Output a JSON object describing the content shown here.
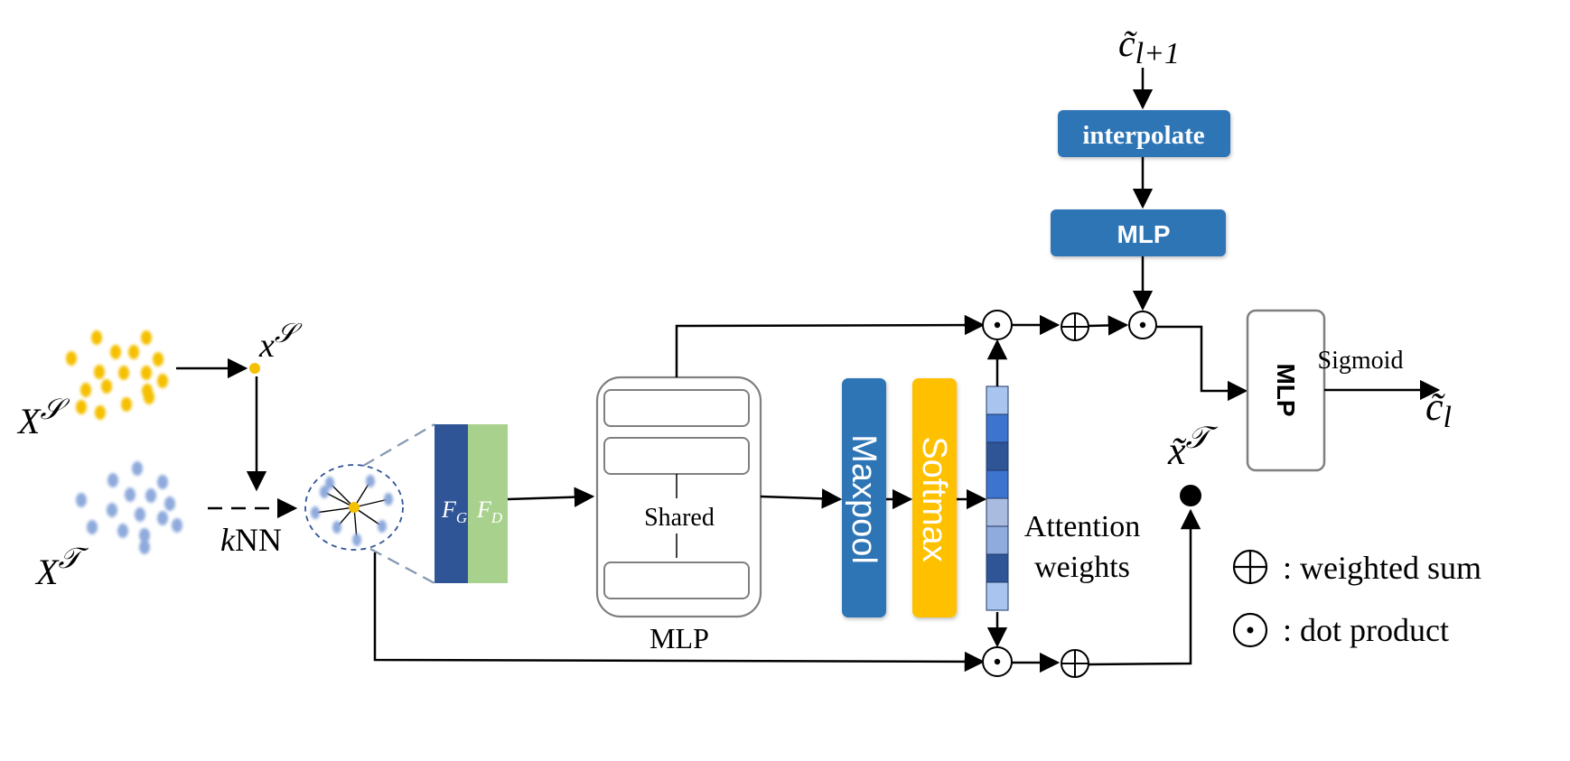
{
  "labels": {
    "source_set": "X",
    "source_point": "x",
    "target_set": "X",
    "source_sup": "𝒮",
    "target_sup": "𝒯",
    "knn_k": "k",
    "knn_rest": "NN",
    "f_g_base": "F",
    "f_g_sub": "G",
    "f_d_base": "F",
    "f_d_sub": "D",
    "shared": "Shared",
    "mlp_caption": "MLP",
    "maxpool": "Maxpool",
    "softmax": "Softmax",
    "attention_line1": "Attention",
    "attention_line2": "weights",
    "interpolate": "interpolate",
    "mlp_top": "MLP",
    "mlp_right": "MLP",
    "sigmoid": "Sigmoid",
    "c_next": "c̃",
    "c_next_sub": "l+1",
    "c_out": "c̃",
    "c_out_sub": "l",
    "x_tilde": "x̃"
  },
  "legend": [
    {
      "symbol": "oplus",
      "text": ": weighted sum"
    },
    {
      "symbol": "odot",
      "text": ": dot product"
    }
  ],
  "colors": {
    "source_point": "#F5C000",
    "target_point": "#8FAADC",
    "f_g": "#2F5597",
    "f_d": "#A9D18E",
    "block_blue": "#2E75B6",
    "softmax": "#FFC000",
    "attention_cells": [
      "#A9C4EE",
      "#3D74D0",
      "#2F5597",
      "#3D74D0",
      "#A9BCDF",
      "#8FAADC",
      "#2F5597",
      "#A9C4EE"
    ]
  }
}
